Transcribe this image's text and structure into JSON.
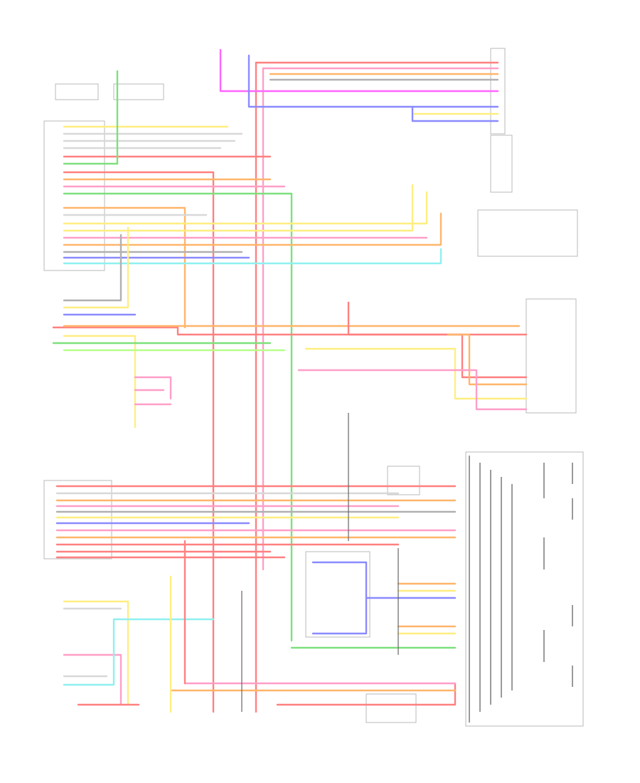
{
  "diagram": {
    "page_number": "",
    "colors": {
      "red": "#ff8080",
      "pink": "#ff9ec8",
      "orange": "#ffb56a",
      "yellow": "#ffee80",
      "green": "#7de07d",
      "cyan": "#8ff0f0",
      "blue": "#8a8aff",
      "magenta": "#ff66ff",
      "light_green": "#b8ff8a",
      "gray": "#b0b0b0",
      "light_gray": "#d8d8d8"
    },
    "components": [
      {
        "id": "trans-range-switch-a",
        "label": ""
      },
      {
        "id": "trans-range-switch-b",
        "label": ""
      },
      {
        "id": "fuse-top",
        "label": ""
      },
      {
        "id": "connector-top-right-1",
        "label": ""
      },
      {
        "id": "connector-top-right-2",
        "label": ""
      },
      {
        "id": "sensor-right-1",
        "label": ""
      },
      {
        "id": "sensor-right-2",
        "label": ""
      },
      {
        "id": "switch-right-mid",
        "label": ""
      },
      {
        "id": "instrument-cluster",
        "label": ""
      },
      {
        "id": "control-relay-module",
        "label": ""
      },
      {
        "id": "ecm",
        "label": ""
      },
      {
        "id": "ground-bottom",
        "label": ""
      }
    ]
  }
}
